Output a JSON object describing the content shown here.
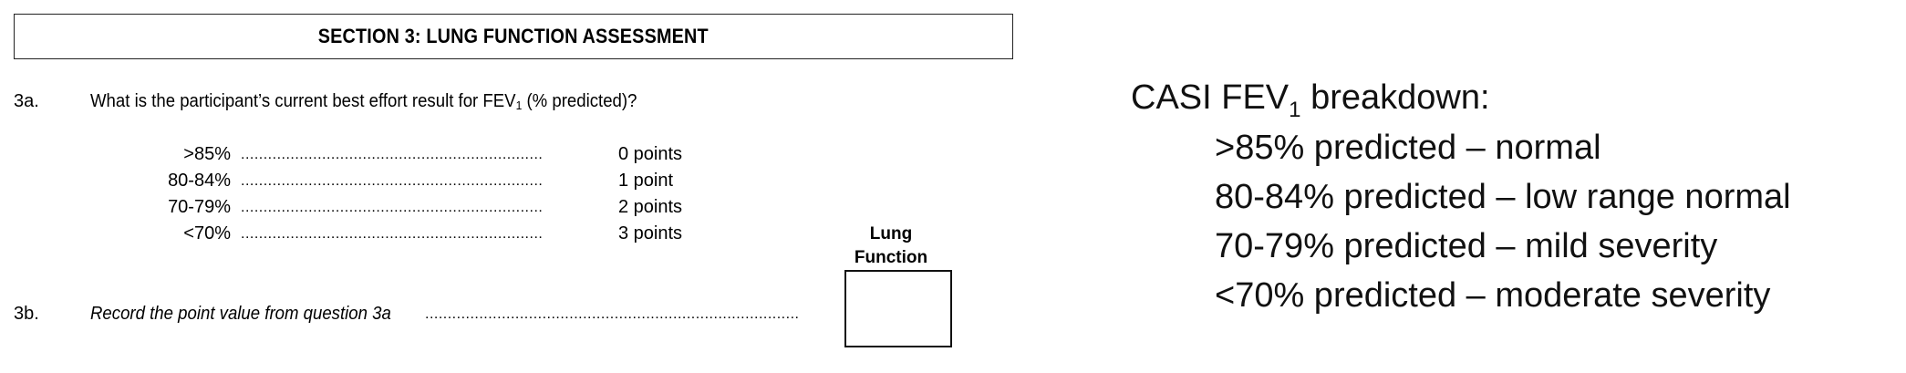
{
  "form": {
    "section_title": "SECTION 3: LUNG FUNCTION ASSESSMENT",
    "q3a": {
      "number": "3a.",
      "text_before": "What is the participant’s current best effort result for FEV",
      "text_sub": "1",
      "text_after": " (% predicted)?",
      "options": [
        {
          "label": ">85%",
          "points": "0 points"
        },
        {
          "label": "80-84%",
          "points": "1 point"
        },
        {
          "label": "70-79%",
          "points": "2 points"
        },
        {
          "label": "<70%",
          "points": "3 points"
        }
      ]
    },
    "lung_function_label_line1": "Lung",
    "lung_function_label_line2": "Function",
    "q3b": {
      "number": "3b.",
      "text": "Record the point value from question 3a"
    }
  },
  "breakdown": {
    "title_before": "CASI FEV",
    "title_sub": "1",
    "title_after": " breakdown:",
    "items": [
      ">85% predicted – normal",
      "80-84% predicted – low range normal",
      "70-79% predicted – mild severity",
      "<70% predicted – moderate severity"
    ]
  }
}
